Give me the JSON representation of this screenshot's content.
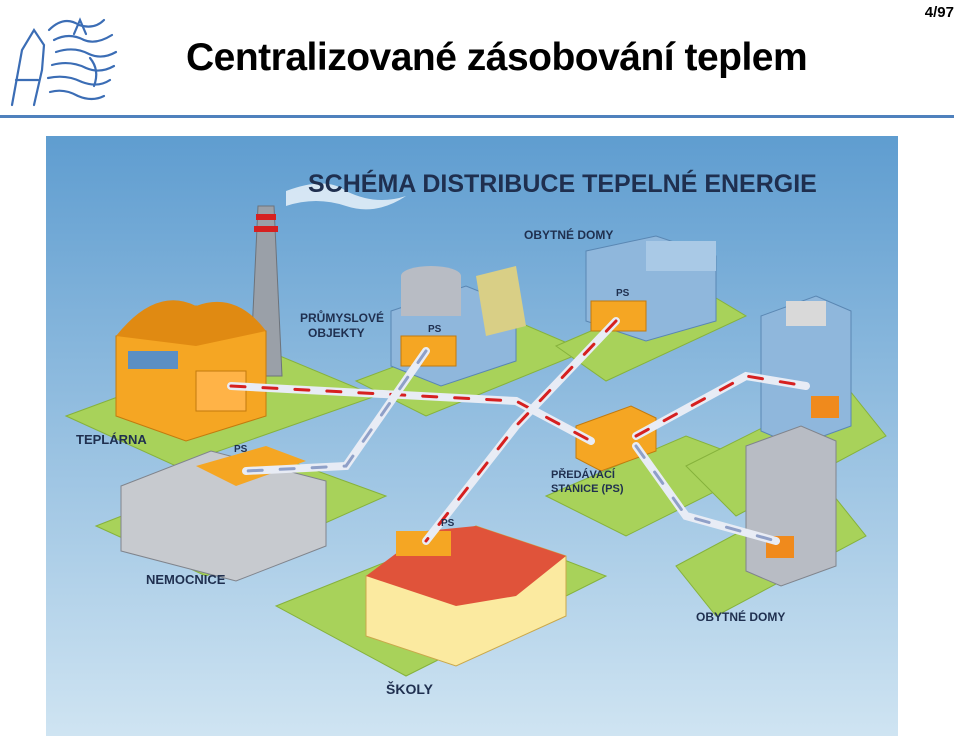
{
  "slide": {
    "page_number": "4/97",
    "title": "Centralizované zásobování teplem"
  },
  "diagram": {
    "heading": "SCHÉMA DISTRIBUCE TEPELNÉ ENERGIE",
    "labels": {
      "teplarna": "TEPLÁRNA",
      "prumyslove_1": "PRŮMYSLOVÉ",
      "prumyslove_2": "OBJEKTY",
      "obytne_domy_top": "OBYTNÉ DOMY",
      "obytne_domy_bottom": "OBYTNÉ DOMY",
      "nemocnice": "NEMOCNICE",
      "skoly": "ŠKOLY",
      "predavaci_1": "PŘEDÁVACÍ",
      "predavaci_2": "STANICE (PS)",
      "ps": "PS"
    },
    "colors": {
      "sky": "#a9cde6",
      "grass": "#a8d25a",
      "orange": "#f5a623",
      "hot_pipe": "#d62020",
      "cold_pipe": "#8fa0c8",
      "building_blue": "#8fb7dc",
      "building_grey": "#b8bcc4",
      "school_roof": "#e0533a",
      "school_wall": "#fbeaa0"
    }
  }
}
